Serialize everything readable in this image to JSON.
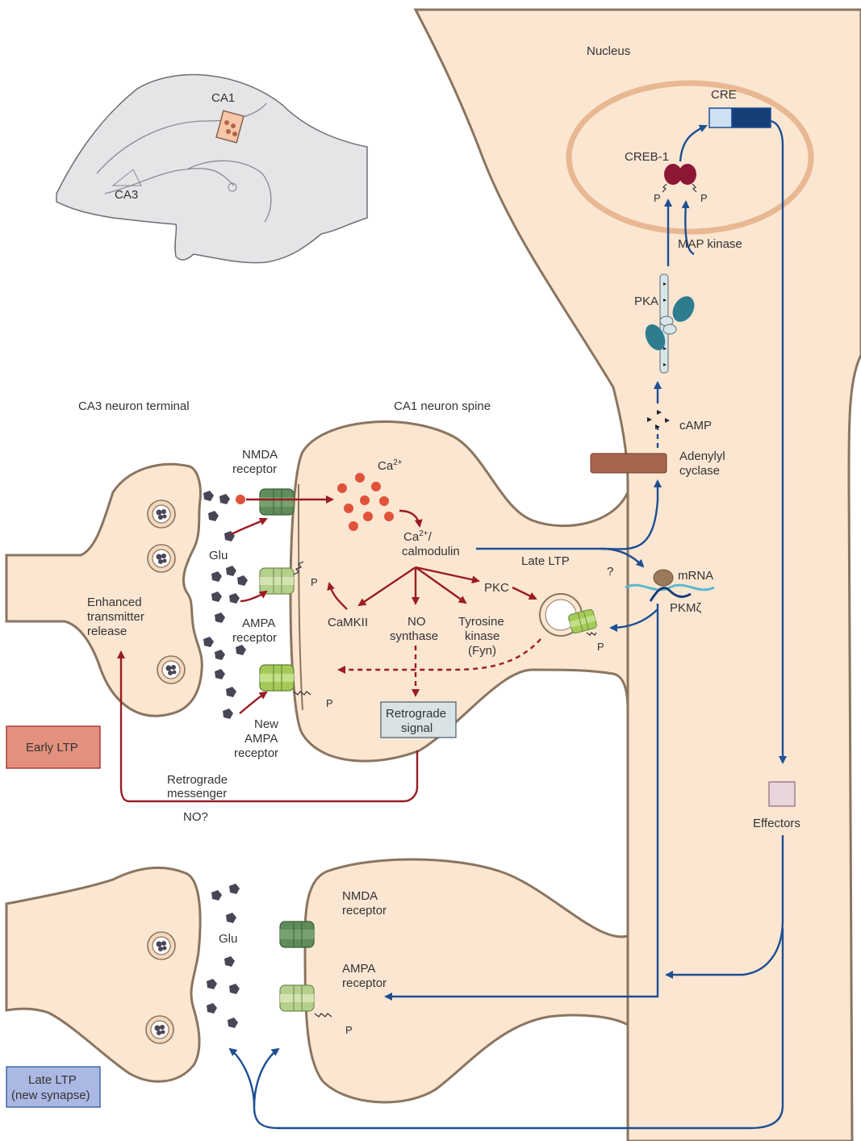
{
  "colors": {
    "cell_fill": "#fbe6d2",
    "cell_stroke": "#8a7560",
    "nucleus_stroke": "#e8b892",
    "early_arrow": "#9b1c22",
    "late_arrow": "#1d4f93",
    "early_box": "#e3917e",
    "late_box": "#aab8e3",
    "ca_dot": "#e0533a",
    "creb": "#8c1733",
    "pka": "#2e7d8f",
    "adenylyl": "#a8654d",
    "nmda": "#5f8c5a",
    "ampa": "#b5cf8c",
    "new_ampa": "#a4cb5a",
    "effector_box": "#e9d5dd",
    "retro_box": "#d9e3e6"
  },
  "icons": [
    "synaptic-vesicle",
    "glutamate-molecule",
    "calcium-ion",
    "nmda-receptor",
    "ampa-receptor",
    "creb-dimer",
    "pka-molecule",
    "adenylyl-cyclase",
    "mrna-strand",
    "brain-hippocampus"
  ],
  "labels": {
    "nucleus": "Nucleus",
    "cre": "CRE",
    "creb": "CREB-1",
    "p": "P",
    "map_kinase": "MAP kinase",
    "pka": "PKA",
    "camp": "cAMP",
    "adenylyl_1": "Adenylyl",
    "adenylyl_2": "cyclase",
    "ca1": "CA1",
    "ca3": "CA3",
    "ca3_terminal": "CA3 neuron terminal",
    "ca1_spine": "CA1 neuron spine",
    "nmda_1": "NMDA",
    "receptor": "receptor",
    "ca2_base": "Ca",
    "ca2_sup": "2+",
    "calmod_slash": "/",
    "calmod_2": "calmodulin",
    "glu": "Glu",
    "late_ltp": "Late LTP",
    "question": "?",
    "mrna": "mRNA",
    "pkmz": "PKMζ",
    "pkc": "PKC",
    "enhanced_1": "Enhanced",
    "enhanced_2": "transmitter",
    "enhanced_3": "release",
    "ampa_1": "AMPA",
    "camkii": "CaMKII",
    "no_1": "NO",
    "no_2": "synthase",
    "tyr_1": "Tyrosine",
    "tyr_2": "kinase",
    "tyr_3": "(Fyn)",
    "new_ampa_1": "New",
    "new_ampa_2": "AMPA",
    "retro_signal_1": "Retrograde",
    "retro_signal_2": "signal",
    "early_ltp_box": "Early LTP",
    "retro_msg_1": "Retrograde",
    "retro_msg_2": "messenger",
    "no_q": "NO?",
    "effectors": "Effectors",
    "late_ltp_box_1": "Late LTP",
    "late_ltp_box_2": "(new synapse)"
  }
}
